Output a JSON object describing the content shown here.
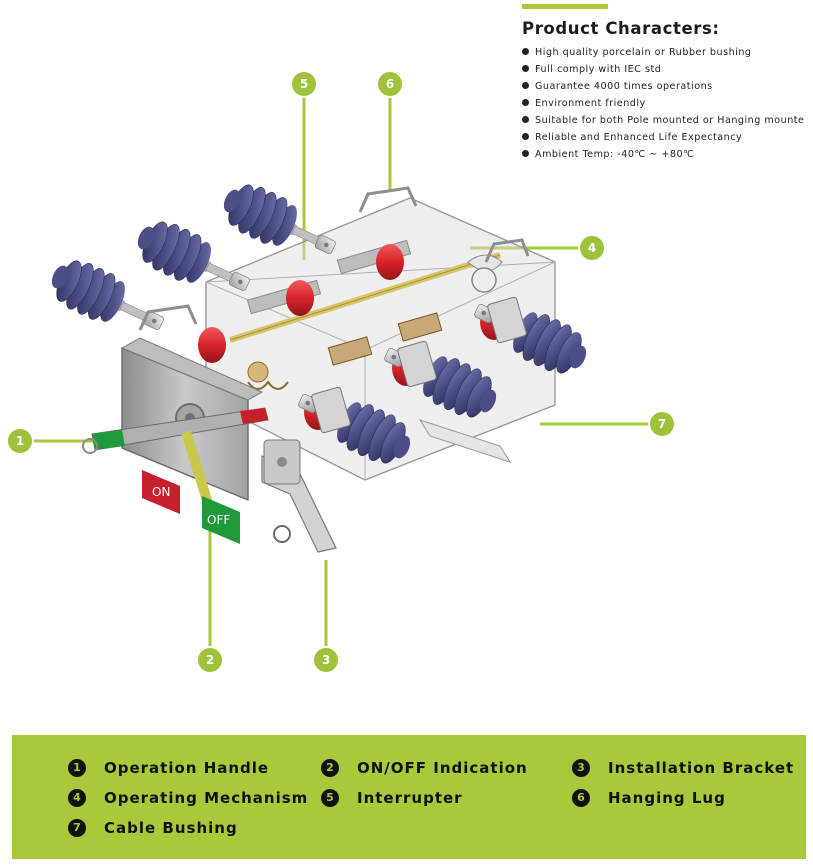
{
  "characteristics": {
    "title": "Product Characters:",
    "items": [
      "High quality porcelain or Rubber bushing",
      "Full comply with IEC std",
      "Guarantee 4000 times operations",
      "Environment friendly",
      "Suitable for both Pole mounted or Hanging mounte",
      "Reliable and Enhanced Life Expectancy",
      "Ambient Temp: -40℃ ~ +80℃"
    ]
  },
  "indicator": {
    "on_label": "ON",
    "off_label": "OFF"
  },
  "callouts": [
    "1",
    "2",
    "3",
    "4",
    "5",
    "6",
    "7"
  ],
  "legend": {
    "items": [
      {
        "num": "1",
        "label": "Operation Handle"
      },
      {
        "num": "2",
        "label": "ON/OFF Indication"
      },
      {
        "num": "3",
        "label": "Installation Bracket"
      },
      {
        "num": "4",
        "label": "Operating Mechanism"
      },
      {
        "num": "5",
        "label": "Interrupter"
      },
      {
        "num": "6",
        "label": "Hanging Lug"
      },
      {
        "num": "7",
        "label": "Cable Bushing"
      }
    ]
  },
  "colors": {
    "accent_green": "#a8c93a",
    "callout_green": "#9fc23a",
    "bushing_purple": "#4c4f86",
    "ring_red": "#d8232a",
    "on_red": "#c8202a",
    "off_green": "#1f9a3a"
  }
}
